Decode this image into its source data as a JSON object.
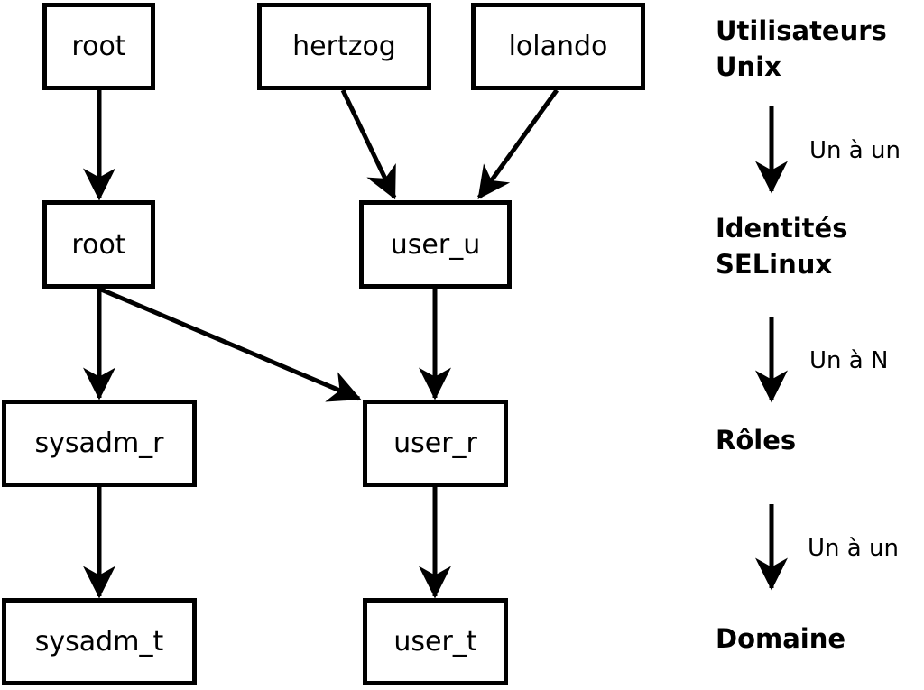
{
  "nodes": [
    {
      "id": "unix-root",
      "label": "root"
    },
    {
      "id": "unix-hertzog",
      "label": "hertzog"
    },
    {
      "id": "unix-lolando",
      "label": "lolando"
    },
    {
      "id": "selinux-root",
      "label": "root"
    },
    {
      "id": "selinux-user-u",
      "label": "user_u"
    },
    {
      "id": "role-sysadm-r",
      "label": "sysadm_r"
    },
    {
      "id": "role-user-r",
      "label": "user_r"
    },
    {
      "id": "domain-sysadm-t",
      "label": "sysadm_t"
    },
    {
      "id": "domain-user-t",
      "label": "user_t"
    }
  ],
  "legend": {
    "levels": [
      {
        "lines": [
          "Utilisateurs",
          "Unix"
        ]
      },
      {
        "lines": [
          "Identités",
          "SELinux"
        ]
      },
      {
        "lines": [
          "Rôles"
        ]
      },
      {
        "lines": [
          "Domaine"
        ]
      }
    ],
    "relations": [
      {
        "label": "Un à un"
      },
      {
        "label": "Un à N"
      },
      {
        "label": "Un à un"
      }
    ]
  },
  "colors": {
    "foreground": "#000000",
    "background": "#ffffff"
  }
}
